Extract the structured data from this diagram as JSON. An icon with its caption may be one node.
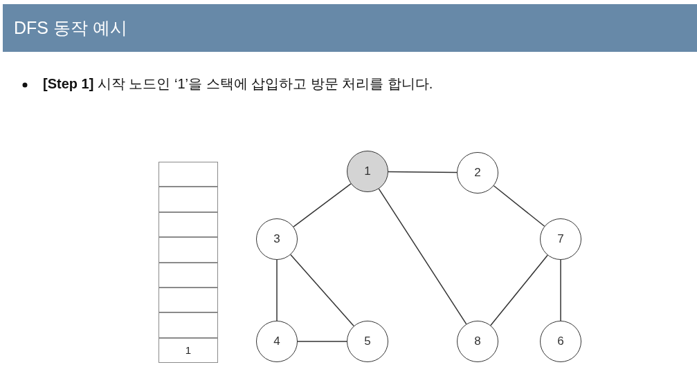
{
  "diagram": {
    "title": "DFS 동작 예시",
    "nodes": [
      {
        "text": [],
        "shape": "box"
      },
      {
        "text": [],
        "shape": "box"
      },
      {
        "text": [],
        "shape": "box"
      },
      {
        "text": [],
        "shape": "box"
      },
      {
        "text": [],
        "shape": "box"
      },
      {
        "text": [],
        "shape": "box"
      },
      {
        "text": [],
        "shape": "box"
      },
      {
        "text": [
          "1"
        ]
      },
      {
        "text": [
          "1"
        ]
      },
      {
        "text": [
          "2"
        ]
      },
      {
        "text": [
          "3"
        ]
      },
      {
        "text": [
          "7"
        ]
      },
      {
        "text": [
          "4"
        ]
      },
      {
        "text": [
          "5"
        ]
      },
      {
        "text": [
          "8"
        ]
      },
      {
        "text": [
          "6"
        ]
      }
    ],
    "edges": [
      {
        "from": 8,
        "to": 9,
        "arrow": "none"
      },
      {
        "from": 8,
        "to": 10,
        "arrow": "none"
      },
      {
        "from": 8,
        "to": 14,
        "arrow": "none"
      },
      {
        "from": 9,
        "to": 11,
        "arrow": "none"
      },
      {
        "from": 10,
        "to": 12,
        "arrow": "none"
      },
      {
        "from": 10,
        "to": 13,
        "arrow": "none"
      },
      {
        "from": 12,
        "to": 13,
        "arrow": "none"
      },
      {
        "from": 11,
        "to": 14,
        "arrow": "none"
      },
      {
        "from": 11,
        "to": 15,
        "arrow": "none"
      }
    ],
    "labels": [
      "**[Step 1]** 시작 노드인 ‘1’을 스택에 삽입하고 방문 처리를 합니다."
    ]
  }
}
